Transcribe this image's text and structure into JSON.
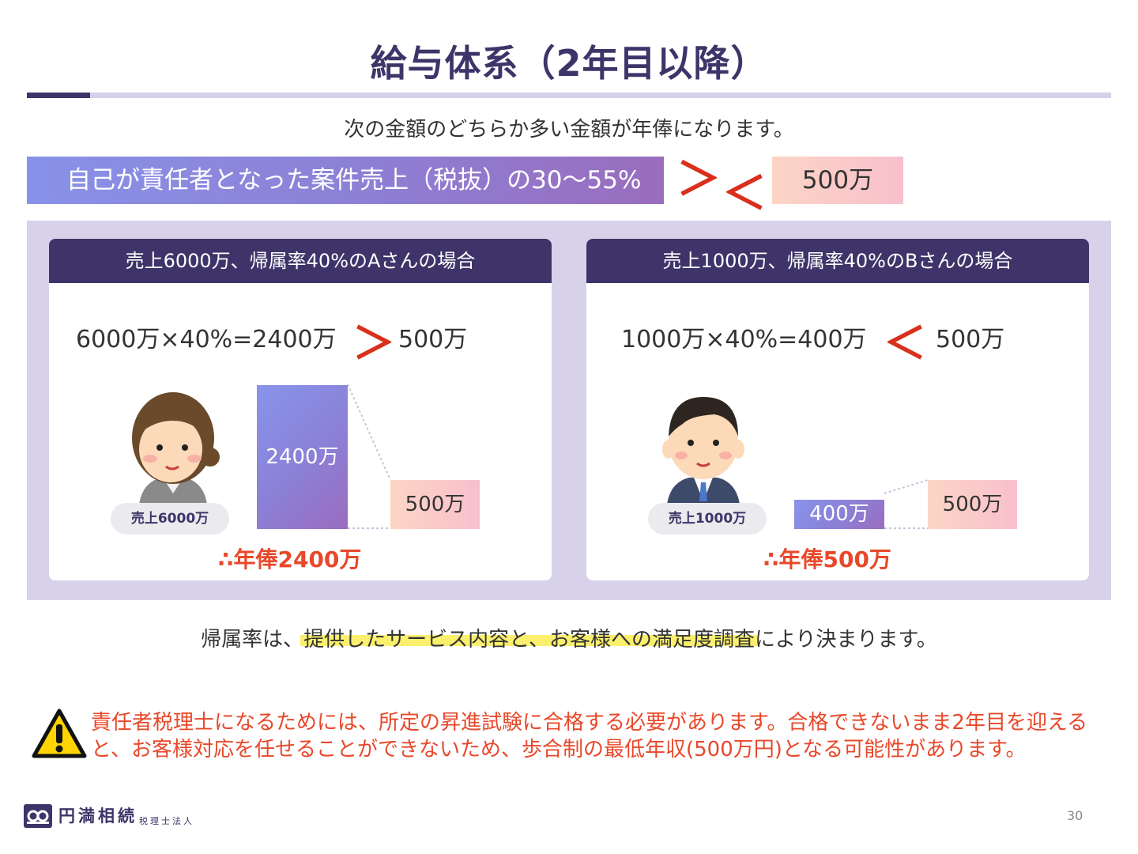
{
  "slide": {
    "title": "給与体系（2年目以降）",
    "lead": "次の金額のどちらか多い金額が年俸になります。",
    "formula": "自己が責任者となった案件売上（税抜）の30～55%",
    "gt": "＞",
    "lt": "＜",
    "minimum": "500万"
  },
  "cases": [
    {
      "header": "売上6000万、帰属率40%のAさんの場合",
      "calc": "6000万×40%=2400万",
      "symbol": "＞",
      "compare": "500万",
      "bar_value": 2400,
      "bar_label": "2400万",
      "min_value": 500,
      "min_label": "500万",
      "sales_pill": "売上6000万",
      "result": "∴年俸2400万"
    },
    {
      "header": "売上1000万、帰属率40%のBさんの場合",
      "calc": "1000万×40%=400万",
      "symbol": "＜",
      "compare": "500万",
      "bar_value": 400,
      "bar_label": "400万",
      "min_value": 500,
      "min_label": "500万",
      "sales_pill": "売上1000万",
      "result": "∴年俸500万"
    }
  ],
  "note": "帰属率は、提供したサービス内容と、お客様への満足度調査により決まります。",
  "warning": "責任者税理士になるためには、所定の昇進試験に合格する必要があります。合格できないまま2年目を迎えると、お客様対応を任せることができないため、歩合制の最低年収(500万円)となる可能性があります。",
  "footer": {
    "company": "円満相続",
    "company_sub": "税理士法人",
    "page_number": "30"
  },
  "colors": {
    "navy": "#3f3469",
    "accent_red": "#d8301c",
    "result_orange": "#e8482a",
    "panel_lavender": "#d7d2ea"
  },
  "icons": [
    "warning-triangle-icon",
    "woman-avatar-icon",
    "man-avatar-icon",
    "company-logo-icon"
  ]
}
